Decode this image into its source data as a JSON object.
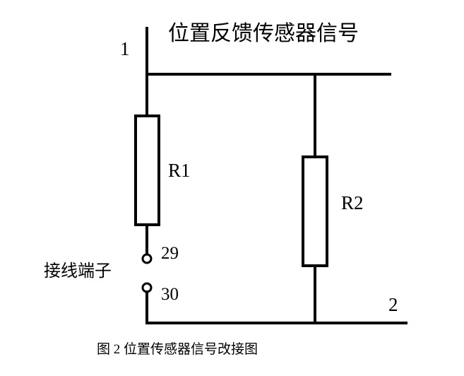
{
  "diagram": {
    "signal_label": "位置反馈传感器信号",
    "node_1": "1",
    "node_2": "2",
    "resistor_1": "R1",
    "resistor_2": "R2",
    "terminal_29": "29",
    "terminal_30": "30",
    "terminal_block_label": "接线端子",
    "caption": "图 2 位置传感器信号改接图"
  }
}
